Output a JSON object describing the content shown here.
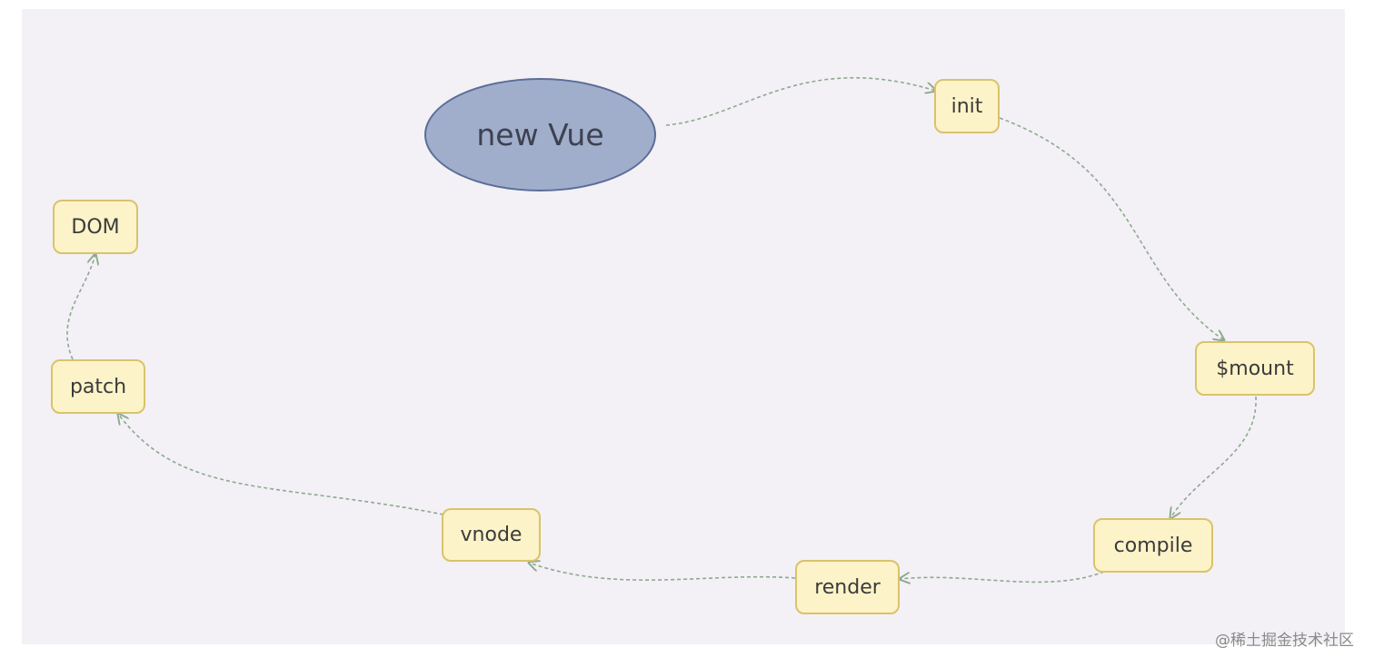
{
  "diagram": {
    "nodes": {
      "new_vue": "new Vue",
      "init": "init",
      "mount": "$mount",
      "compile": "compile",
      "render": "render",
      "vnode": "vnode",
      "patch": "patch",
      "dom": "DOM"
    },
    "edges": [
      [
        "new Vue",
        "init"
      ],
      [
        "init",
        "$mount"
      ],
      [
        "$mount",
        "compile"
      ],
      [
        "compile",
        "render"
      ],
      [
        "render",
        "vnode"
      ],
      [
        "vnode",
        "patch"
      ],
      [
        "patch",
        "DOM"
      ]
    ]
  },
  "watermark": "@稀土掘金技术社区",
  "colors": {
    "canvas": "#f3f1f5",
    "node_fill": "#fdf3c9",
    "node_border": "#d9c36a",
    "ellipse_fill": "#a0aecb",
    "ellipse_border": "#5b6d99",
    "edge": "#8fa88f"
  }
}
